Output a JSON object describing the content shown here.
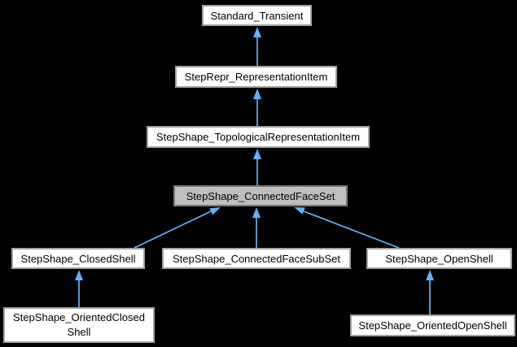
{
  "diagram": {
    "kind": "inheritance-graph",
    "background_color": "#000000",
    "node_fill": "#ffffff",
    "node_border": "#a2a2a2",
    "selected_node_fill": "#bebebe",
    "selected_node_border": "#7a7a7a",
    "arrow_color": "#63b1f7",
    "text_color": "#000000"
  },
  "nodes": [
    {
      "id": "standard-transient",
      "label": "Standard_Transient",
      "selected": false
    },
    {
      "id": "steprepr-representationitem",
      "label": "StepRepr_RepresentationItem",
      "selected": false
    },
    {
      "id": "stepshape-topologicalrepresentationitem",
      "label": "StepShape_TopologicalRepresentationItem",
      "selected": false
    },
    {
      "id": "stepshape-connectedfaceset",
      "label": "StepShape_ConnectedFaceSet",
      "selected": true
    },
    {
      "id": "stepshape-closedshell",
      "label": "StepShape_ClosedShell",
      "selected": false
    },
    {
      "id": "stepshape-connectedfacesubset",
      "label": "StepShape_ConnectedFaceSubSet",
      "selected": false
    },
    {
      "id": "stepshape-openshell",
      "label": "StepShape_OpenShell",
      "selected": false
    },
    {
      "id": "stepshape-orientedclosedshell",
      "label": "StepShape_OrientedClosedShell",
      "label_line1": "StepShape_OrientedClosed",
      "label_line2": "Shell",
      "selected": false
    },
    {
      "id": "stepshape-orientedopenshell",
      "label": "StepShape_OrientedOpenShell",
      "selected": false
    }
  ],
  "edges": [
    {
      "from": "StepRepr_RepresentationItem",
      "to": "Standard_Transient",
      "relation": "inherits"
    },
    {
      "from": "StepShape_TopologicalRepresentationItem",
      "to": "StepRepr_RepresentationItem",
      "relation": "inherits"
    },
    {
      "from": "StepShape_ConnectedFaceSet",
      "to": "StepShape_TopologicalRepresentationItem",
      "relation": "inherits"
    },
    {
      "from": "StepShape_ClosedShell",
      "to": "StepShape_ConnectedFaceSet",
      "relation": "inherits"
    },
    {
      "from": "StepShape_ConnectedFaceSubSet",
      "to": "StepShape_ConnectedFaceSet",
      "relation": "inherits"
    },
    {
      "from": "StepShape_OpenShell",
      "to": "StepShape_ConnectedFaceSet",
      "relation": "inherits"
    },
    {
      "from": "StepShape_OrientedClosedShell",
      "to": "StepShape_ClosedShell",
      "relation": "inherits"
    },
    {
      "from": "StepShape_OrientedOpenShell",
      "to": "StepShape_OpenShell",
      "relation": "inherits"
    }
  ]
}
